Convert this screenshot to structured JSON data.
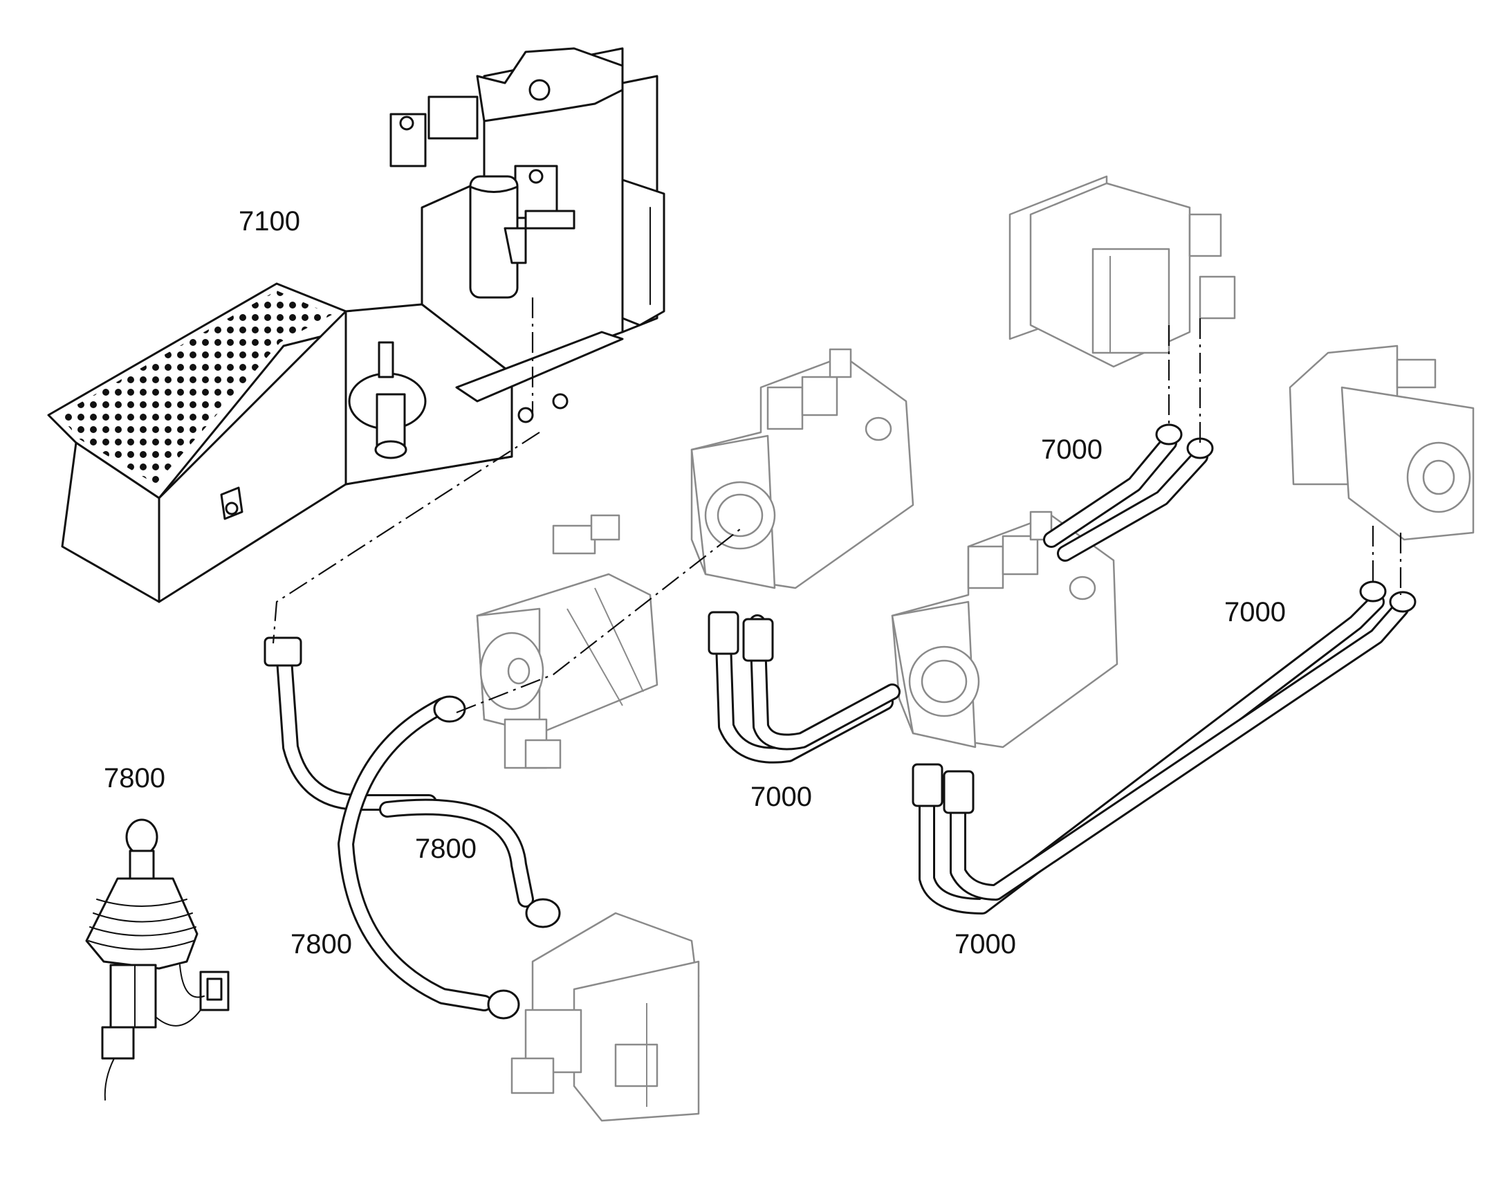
{
  "callouts": {
    "tank": "7100",
    "hose_upper_right": "7000",
    "hose_right": "7000",
    "hose_center": "7000",
    "hose_bottom": "7000",
    "joystick": "7800",
    "hose_mid": "7800",
    "hose_left": "7800"
  },
  "colors": {
    "ink": "#111111",
    "faint": "#8a8a8a",
    "background": "#ffffff"
  }
}
